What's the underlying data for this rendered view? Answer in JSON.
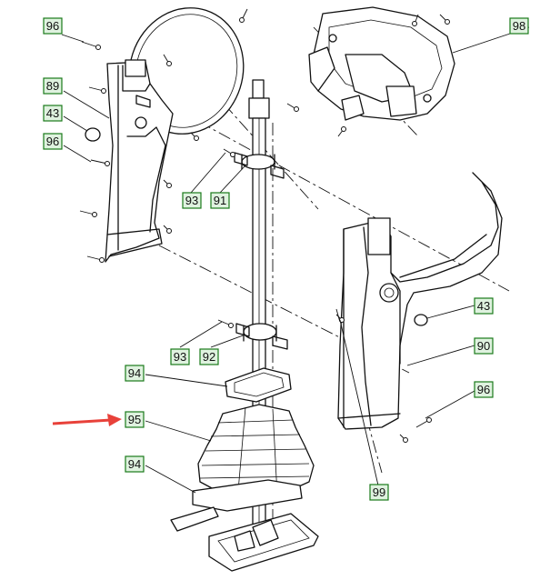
{
  "diagram": {
    "callouts": [
      {
        "id": "c96a",
        "text": "96"
      },
      {
        "id": "c89",
        "text": "89"
      },
      {
        "id": "c43a",
        "text": "43"
      },
      {
        "id": "c96b",
        "text": "96"
      },
      {
        "id": "c93a",
        "text": "93"
      },
      {
        "id": "c91",
        "text": "91"
      },
      {
        "id": "c98",
        "text": "98"
      },
      {
        "id": "c43b",
        "text": "43"
      },
      {
        "id": "c90",
        "text": "90"
      },
      {
        "id": "c96c",
        "text": "96"
      },
      {
        "id": "c93b",
        "text": "93"
      },
      {
        "id": "c92",
        "text": "92"
      },
      {
        "id": "c94a",
        "text": "94"
      },
      {
        "id": "c95",
        "text": "95"
      },
      {
        "id": "c94b",
        "text": "94"
      },
      {
        "id": "c99",
        "text": "99"
      }
    ],
    "colors": {
      "label_fill": "#dff2df",
      "label_border": "#1a7a1a",
      "arrow": "#e8413a",
      "line": "#111111"
    }
  }
}
